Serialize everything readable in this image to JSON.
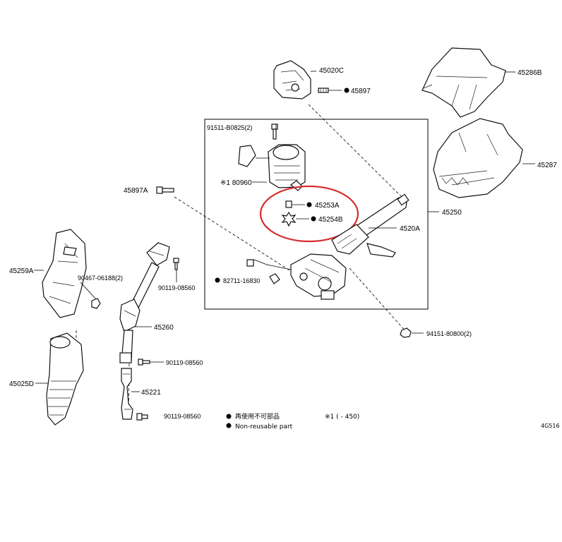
{
  "diagram": {
    "accent_color": "#d62d2d",
    "labels": {
      "p45020C": "45020C",
      "p45897": "45897",
      "p45286B": "45286B",
      "p91511": "91511-B0825(2)",
      "p80960": "※1 80960",
      "p45287": "45287",
      "p45897A": "45897A",
      "p45253A": "45253A",
      "p45250": "45250",
      "p45254B": "45254B",
      "p4520A": "4520A",
      "p45259A": "45259A",
      "p90467": "90467-06188(2)",
      "p90119a": "90119-08560",
      "p82711": "82711-16830",
      "p45260": "45260",
      "p94151": "94151-80800(2)",
      "p90119b": "90119-08560",
      "p45025D": "45025D",
      "p45221": "45221",
      "p90119c": "90119-08560"
    },
    "legend": {
      "line1": "再使用不可部品",
      "line2": "Non-reusable part",
      "note": "※1 (      -  450)"
    },
    "figure_code": "4G516"
  }
}
